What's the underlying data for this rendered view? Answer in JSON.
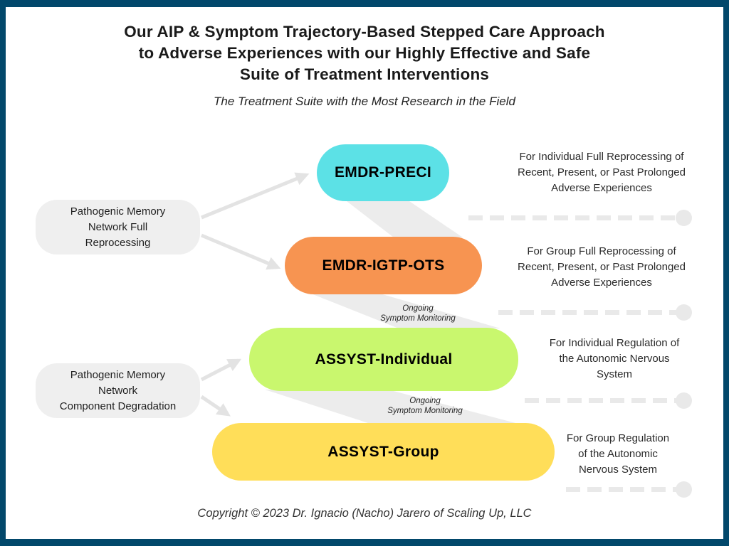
{
  "colors": {
    "frame": "#02486B",
    "box": "#EFEFEF",
    "line": "#E9E9E9",
    "swoosh": "#ECECEC",
    "arrow": "#E3E3E3",
    "ink": "#1a1a1a",
    "soft": "#2b2b2b"
  },
  "header": {
    "title": "Our AIP & Symptom Trajectory-Based Stepped Care Approach\nto Adverse Experiences with our Highly Effective and Safe\nSuite of Treatment Interventions",
    "subtitle": "The Treatment Suite with the Most Research in the Field"
  },
  "left_boxes": [
    {
      "label": "Pathogenic Memory\nNetwork Full\nReprocessing"
    },
    {
      "label": "Pathogenic Memory\nNetwork\nComponent Degradation"
    }
  ],
  "steps": [
    {
      "label": "EMDR-PRECI",
      "color": "#5CE1E6",
      "description": "For Individual Full Reprocessing of\nRecent, Present, or Past Prolonged\nAdverse Experiences"
    },
    {
      "label": "EMDR-IGTP-OTS",
      "color": "#F79451",
      "description": "For Group Full Reprocessing of\nRecent, Present, or Past Prolonged\nAdverse Experiences"
    },
    {
      "label": "ASSYST-Individual",
      "color": "#C9F76E",
      "description": "For Individual Regulation of\nthe Autonomic Nervous\nSystem"
    },
    {
      "label": "ASSYST-Group",
      "color": "#FFDE59",
      "description": "For Group Regulation\nof the Autonomic\nNervous System"
    }
  ],
  "monitoring_label": "Ongoing\nSymptom Monitoring",
  "footer": {
    "copyright": "Copyright © 2023 Dr. Ignacio (Nacho) Jarero of Scaling Up, LLC"
  }
}
